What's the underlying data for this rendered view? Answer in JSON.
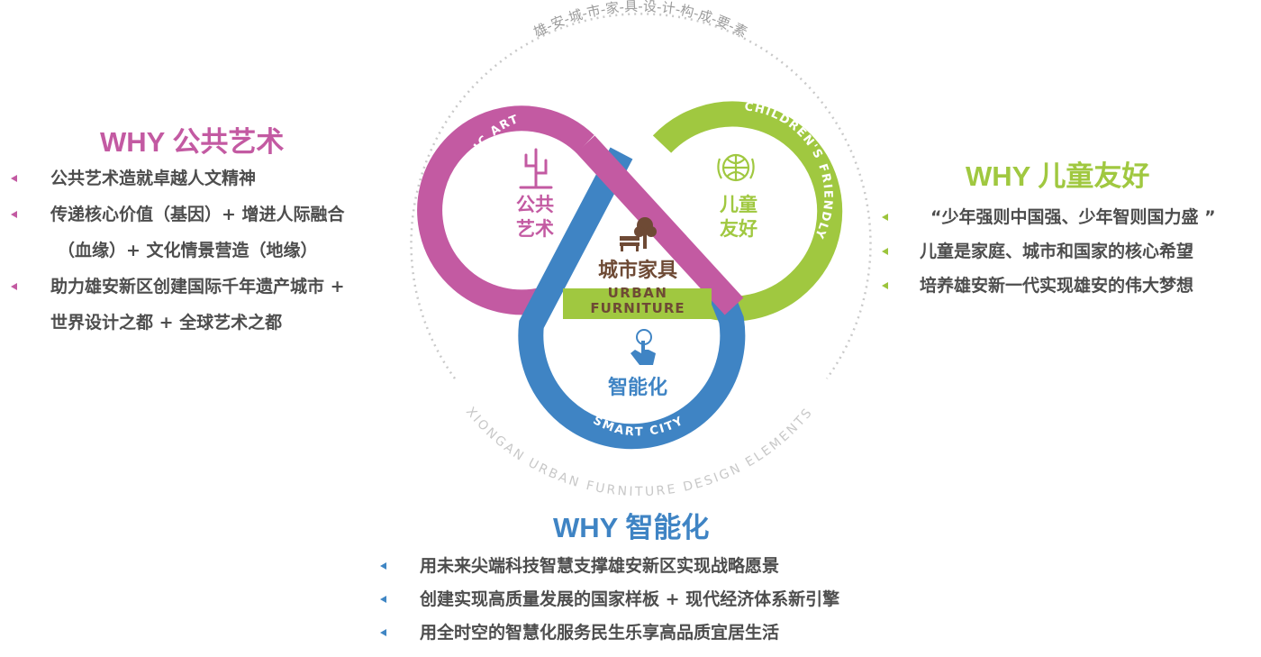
{
  "colors": {
    "pink": "#c35aa2",
    "green": "#a0c840",
    "blue": "#3f84c4",
    "text_gray": "#4d4d4d",
    "arc_gray": "#bfbfbf",
    "brown": "#6e4a35"
  },
  "left_panel": {
    "title": "WHY 公共艺术",
    "bullets": [
      {
        "line1": "公共艺术造就卓越人文精神",
        "line2": ""
      },
      {
        "line1": "传递核心价值（基因）+ 增进人际融合",
        "line2": "（血缘）+ 文化情景营造（地缘）"
      },
      {
        "line1": "助力雄安新区创建国际千年遗产城市 +",
        "line2": "世界设计之都 + 全球艺术之都"
      }
    ]
  },
  "right_panel": {
    "title": "WHY 儿童友好",
    "bullets": [
      {
        "line1": "“少年强则中国强、少年智则国力盛 ”"
      },
      {
        "line1": "儿童是家庭、城市和国家的核心希望"
      },
      {
        "line1": "培养雄安新一代实现雄安的伟大梦想"
      }
    ]
  },
  "bottom_panel": {
    "title": "WHY 智能化",
    "bullets": [
      {
        "line1": "用未来尖端科技智慧支撑雄安新区实现战略愿景"
      },
      {
        "line1": "创建实现高质量发展的国家样板 + 现代经济体系新引擎"
      },
      {
        "line1": "用全时空的智慧化服务民生乐享高品质宜居生活"
      }
    ]
  },
  "diagram": {
    "top_arc_text": "雄-安-城-市-家-具-设-计-构-成-要-素",
    "bottom_arc_text": "XIONGAN URBAN FURNITURE DESIGN ELEMENTS",
    "ring_labels": {
      "public_art": "PUBLIC ART",
      "childrens_friendly": "CHILDREN'S FRIENDLY",
      "smart_city": "SMART CITY"
    },
    "lobe_labels": {
      "public_art_line1": "公共",
      "public_art_line2": "艺术",
      "children_line1": "儿童",
      "children_line2": "友好",
      "smart": "智能化"
    },
    "center": {
      "cn": "城市家具",
      "en_line1": "URBAN",
      "en_line2": "FURNITURE"
    },
    "icons": [
      "cactus-icon",
      "child-globe-icon",
      "touch-hand-icon",
      "bench-tree-icon"
    ]
  }
}
